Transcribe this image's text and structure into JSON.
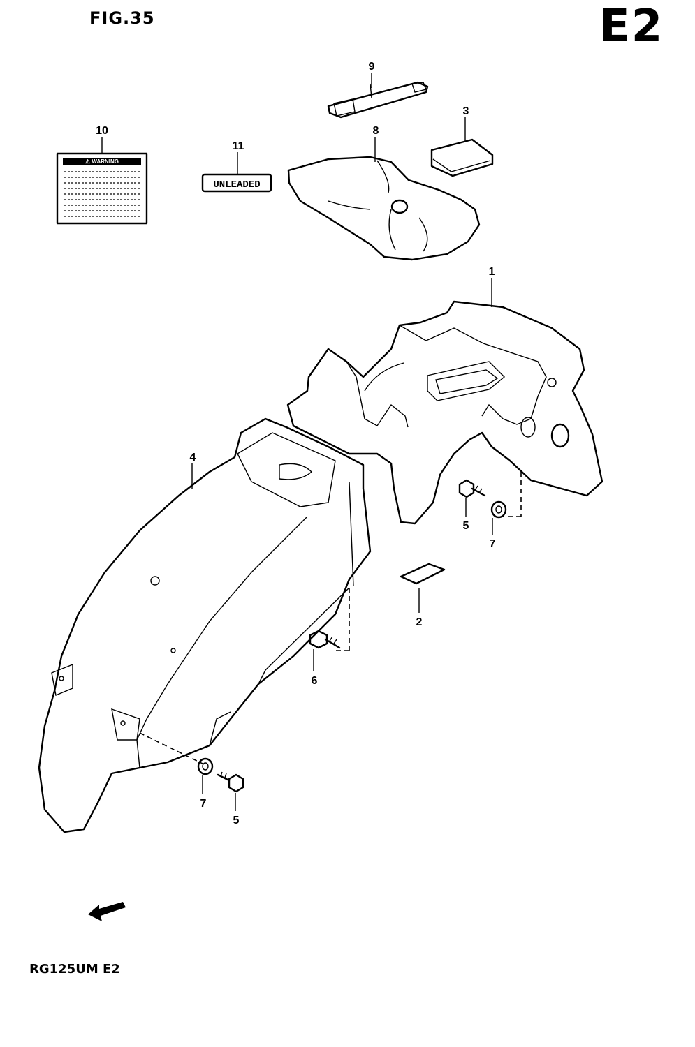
{
  "header": {
    "figure_label": "FIG.35",
    "region_code": "E2"
  },
  "footer": {
    "model_code": "RG125UM E2"
  },
  "labels": {
    "unleaded_decal_text": "UNLEADED",
    "warning_label_title": "⚠ WARNING"
  },
  "callouts": [
    {
      "id": "1",
      "part": "rear-fender-assembly"
    },
    {
      "id": "2",
      "part": "pad"
    },
    {
      "id": "3",
      "part": "cushion"
    },
    {
      "id": "4",
      "part": "rear-fender"
    },
    {
      "id": "5",
      "part": "bolt-right"
    },
    {
      "id": "5",
      "part": "bolt-left"
    },
    {
      "id": "6",
      "part": "bolt"
    },
    {
      "id": "7",
      "part": "nut-right"
    },
    {
      "id": "7",
      "part": "nut-left"
    },
    {
      "id": "8",
      "part": "tool-bag"
    },
    {
      "id": "9",
      "part": "tool-bag-band"
    },
    {
      "id": "10",
      "part": "warning-label"
    },
    {
      "id": "11",
      "part": "unleaded-decal"
    }
  ],
  "icons": {
    "front_direction": "front-arrow-icon"
  }
}
